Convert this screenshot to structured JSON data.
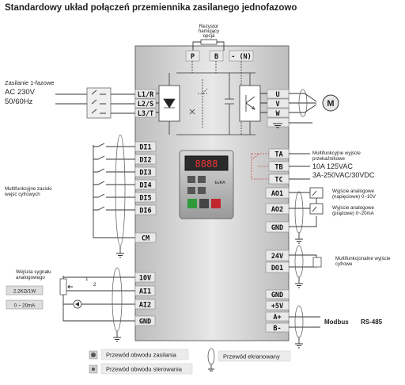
{
  "title": "Standardowy układ połączeń przemiennika zasilanego jednofazowo",
  "brake_resistor": {
    "line1": "Rezystor",
    "line2": "hamujący",
    "line3": "opcja"
  },
  "dc_terminals": {
    "p": "P",
    "b": "B",
    "minus_n": "- (N)"
  },
  "supply": {
    "label": "Zasilanie 1-fazowe",
    "voltage": "AC 230V",
    "freq": "50/60Hz"
  },
  "input_terminals": [
    "L1/R",
    "L2/S",
    "L3/T"
  ],
  "output_terminals": [
    "U",
    "V",
    "W"
  ],
  "motor_symbol": "M",
  "digital_inputs": [
    "DI1",
    "DI2",
    "DI3",
    "DI4",
    "DI5",
    "DI6"
  ],
  "digital_label": {
    "line1": "Multifunkcyjne zaciski",
    "line2": "wejść cyfrowych"
  },
  "cm_terminal": "CM",
  "relay": {
    "terminals": [
      "TA",
      "TB",
      "TC"
    ],
    "label1": "Multifunkcyjne wyjście",
    "label2": "przekaźnikowe",
    "rating1": "10A 125VAC",
    "rating2": "3A-250VAC/30VDC"
  },
  "analog_outputs": {
    "terminals": [
      "AO1",
      "AO2",
      "GND"
    ],
    "ao1_line1": "Wyjście analogowe",
    "ao1_line2": "(napięciowe)  0~10V",
    "ao2_line1": "Wyjście analogowe",
    "ao2_line2": "(prądowe)  0~20mA"
  },
  "digital_output": {
    "terminals": [
      "24V",
      "DO1"
    ],
    "label1": "Multifunkcjonalne wyjście",
    "label2": "cyfrowe"
  },
  "analog_inputs": {
    "label1": "Wejścia sygnału",
    "label2": "analogowego",
    "terminals": [
      "10V",
      "AI1",
      "AI2",
      "GND"
    ],
    "pot": "2.2KΩ/1W",
    "current": "0 ~ 20mA",
    "jumper_1": "1",
    "jumper_2": "2"
  },
  "comm": {
    "terminals": [
      "GND",
      "+5V",
      "A+",
      "B-"
    ],
    "label": "Modbus",
    "protocol": "RS-485"
  },
  "keypad": {
    "display": "8888",
    "brand": "EuRA"
  },
  "legend": {
    "power": "Przewód obwodu zasilania",
    "control": "Przewód obwodu sterowania",
    "shielded": "Przewód ekranowany"
  }
}
